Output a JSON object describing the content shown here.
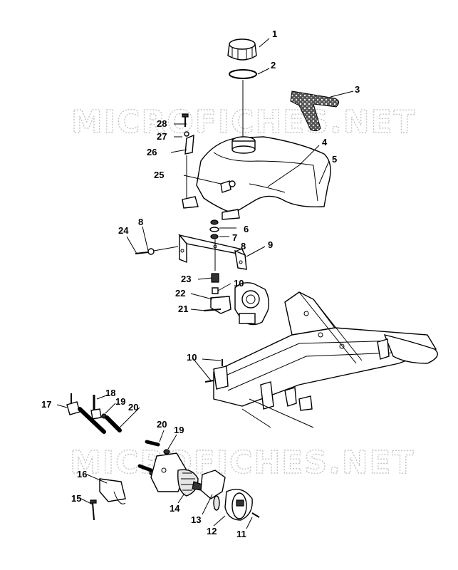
{
  "watermark": {
    "top": "MICROFICHES.NET",
    "bottom": "MICROFICHES.NET"
  },
  "callouts": {
    "c1": "1",
    "c2": "2",
    "c3": "3",
    "c4": "4",
    "c5": "5",
    "c6": "6",
    "c7": "7",
    "c8a": "8",
    "c8b": "8",
    "c9": "9",
    "c10a": "10",
    "c10b": "10",
    "c11": "11",
    "c12": "12",
    "c13": "13",
    "c14": "14",
    "c15": "15",
    "c16": "16",
    "c17": "17",
    "c18": "18",
    "c19a": "19",
    "c19b": "19",
    "c20a": "20",
    "c20b": "20",
    "c21": "21",
    "c22": "22",
    "c23": "23",
    "c24": "24",
    "c25": "25",
    "c26": "26",
    "c27": "27",
    "c28": "28"
  }
}
